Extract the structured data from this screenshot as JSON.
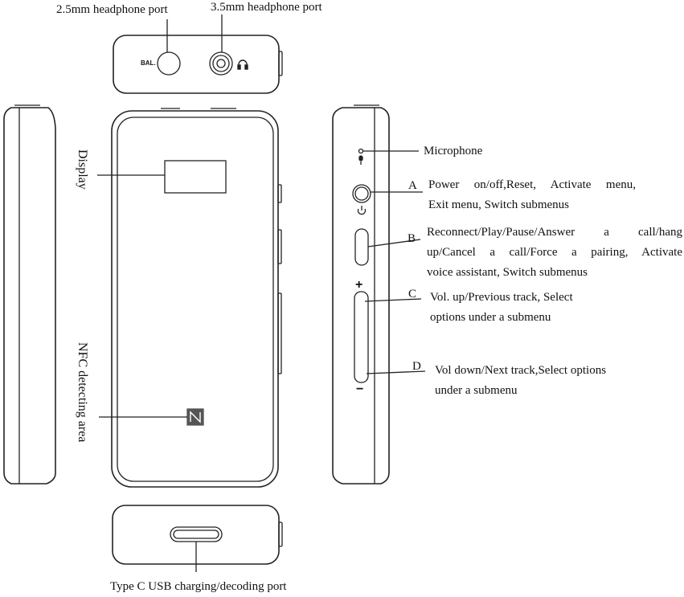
{
  "top_labels": {
    "port_25": "2.5mm headphone port",
    "port_35": "3.5mm headphone port"
  },
  "port_marking": "BAL.",
  "left_labels": {
    "display": "Display",
    "nfc": "NFC detecting area"
  },
  "microphone_label": "Microphone",
  "buttons": [
    {
      "letter": "A",
      "line1": "Power on/off,Reset, Activate menu,",
      "line2": "Exit menu, Switch submenus"
    },
    {
      "letter": "B",
      "line1": "Reconnect/Play/Pause/Answer a call/hang",
      "line2": "up/Cancel a call/Force a pairing, Activate",
      "line3": "voice assistant, Switch submenus"
    },
    {
      "letter": "C",
      "line1": "Vol. up/Previous track, Select",
      "line2": "options under a submenu"
    },
    {
      "letter": "D",
      "line1": "Vol down/Next track,Select options",
      "line2": "under a submenu"
    }
  ],
  "volume_marks": {
    "plus": "+",
    "minus": "−"
  },
  "bottom_label": "Type C USB charging/decoding port"
}
